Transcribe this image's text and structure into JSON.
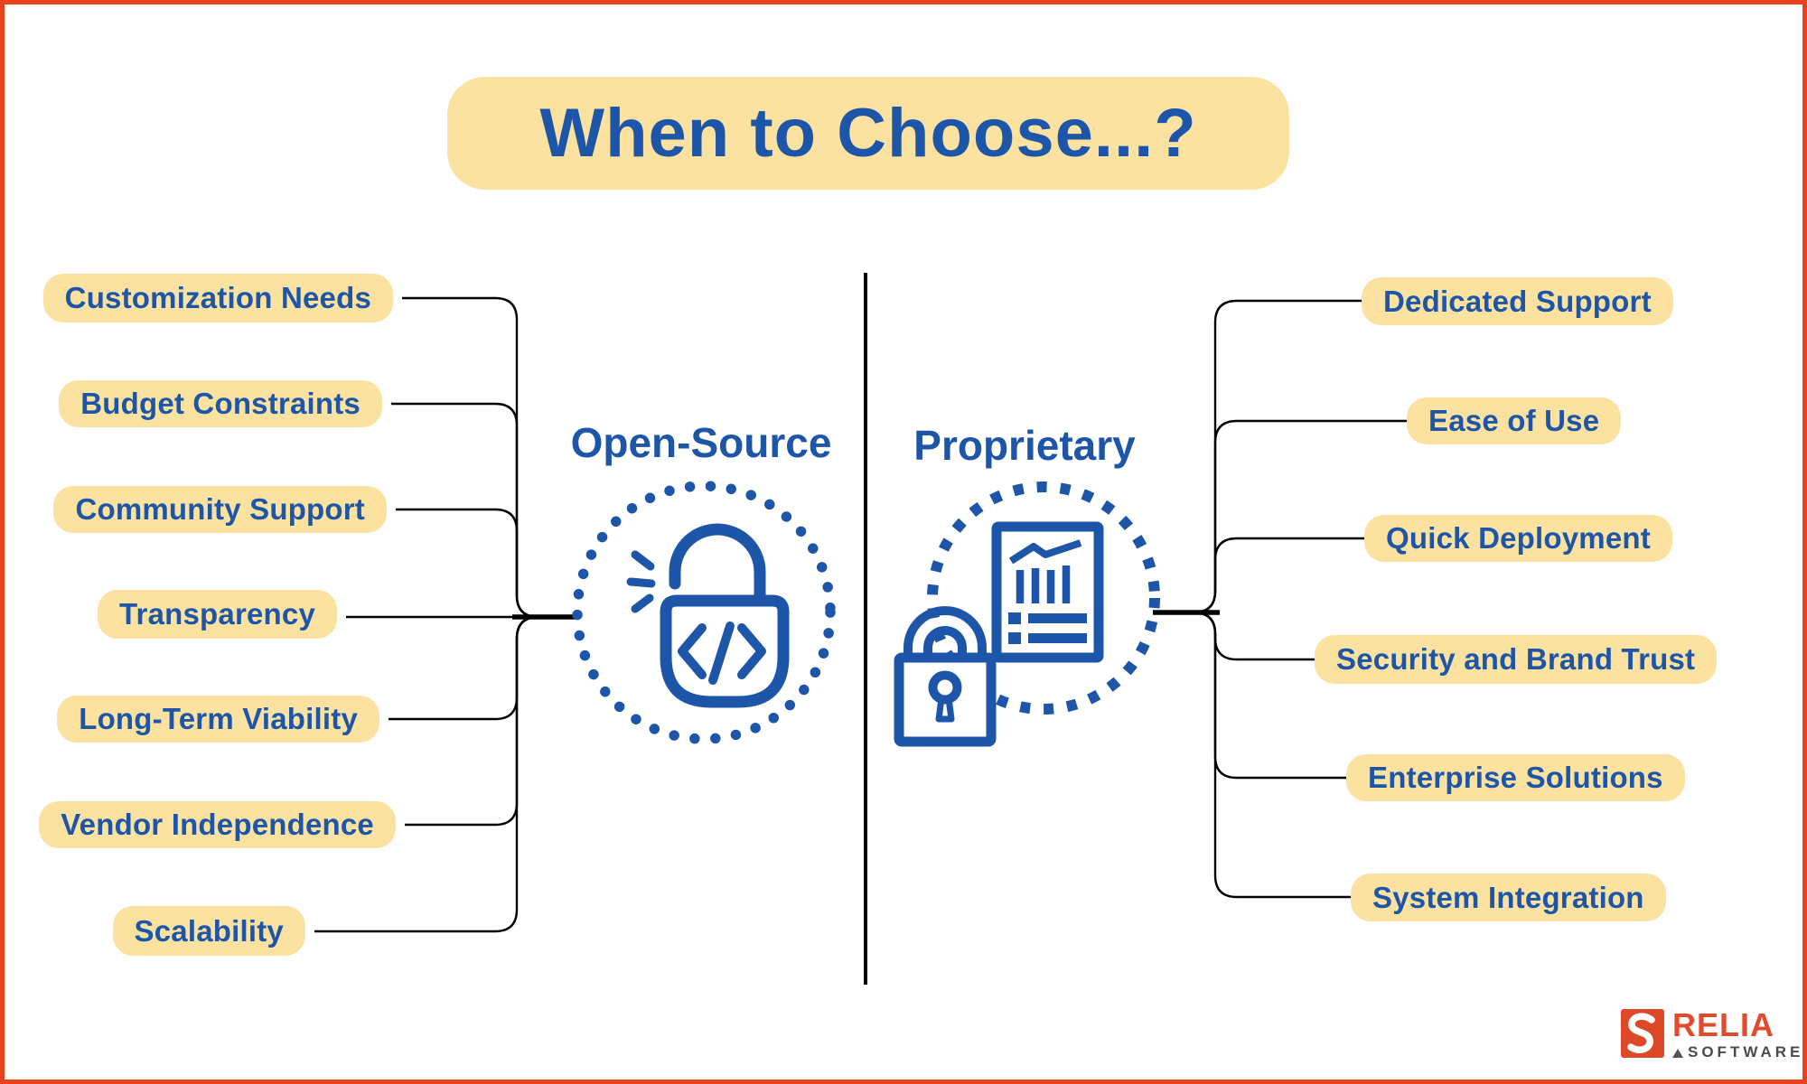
{
  "title": "When to Choose...?",
  "open_source": {
    "heading": "Open-Source",
    "items": [
      "Customization Needs",
      "Budget Constraints",
      "Community Support",
      "Transparency",
      "Long-Term Viability",
      "Vendor Independence",
      "Scalability"
    ]
  },
  "proprietary": {
    "heading": "Proprietary",
    "items": [
      "Dedicated Support",
      "Ease of Use",
      "Quick Deployment",
      "Security and Brand Trust",
      "Enterprise Solutions",
      "System Integration"
    ]
  },
  "icons": {
    "open_source": "open-padlock-with-code-icon",
    "proprietary": "locked-document-chart-icon"
  },
  "logo": {
    "brand": "RELIA",
    "subtitle": "SOFTWARE"
  },
  "colors": {
    "accent_blue": "#1d55a8",
    "pill_yellow": "#fbe2a1",
    "border_red": "#e8421f",
    "logo_red": "#e14a2b",
    "logo_gray": "#4a4a4a",
    "line_black": "#000000"
  }
}
